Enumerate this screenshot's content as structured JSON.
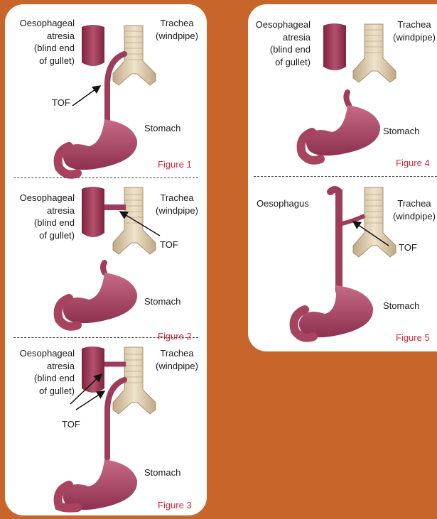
{
  "panels": [
    {
      "left_label": [
        "Oesophageal",
        "atresia",
        "(blind end",
        "of gullet)"
      ],
      "trachea": [
        "Trachea",
        "(windpipe)"
      ],
      "tof": "TOF",
      "stomach": "Stomach",
      "figure": "Figure 1"
    },
    {
      "left_label": [
        "Oesophageal",
        "atresia",
        "(blind end",
        "of gullet)"
      ],
      "trachea": [
        "Trachea",
        "(windpipe)"
      ],
      "tof": "TOF",
      "stomach": "Stomach",
      "figure": "Figure 2"
    },
    {
      "left_label": [
        "Oesophageal",
        "atresia",
        "(blind end",
        "of gullet)"
      ],
      "trachea": [
        "Trachea",
        "(windpipe)"
      ],
      "tof": "TOF",
      "stomach": "Stomach",
      "figure": "Figure 3"
    },
    {
      "left_label": [
        "Oesophageal",
        "atresia",
        "(blind end",
        "of gullet)"
      ],
      "trachea": [
        "Trachea",
        "(windpipe)"
      ],
      "stomach": "Stomach",
      "figure": "Figure 4"
    },
    {
      "left_label": [
        "Oesophagus"
      ],
      "trachea": [
        "Trachea",
        "(windpipe)"
      ],
      "tof": "TOF",
      "stomach": "Stomach",
      "figure": "Figure 5"
    }
  ],
  "colors": {
    "background": "#c8652b",
    "card": "#ffffff",
    "figure_label": "#d6283a",
    "tissue": "#a8435f",
    "trachea": "#d9c8aa"
  }
}
